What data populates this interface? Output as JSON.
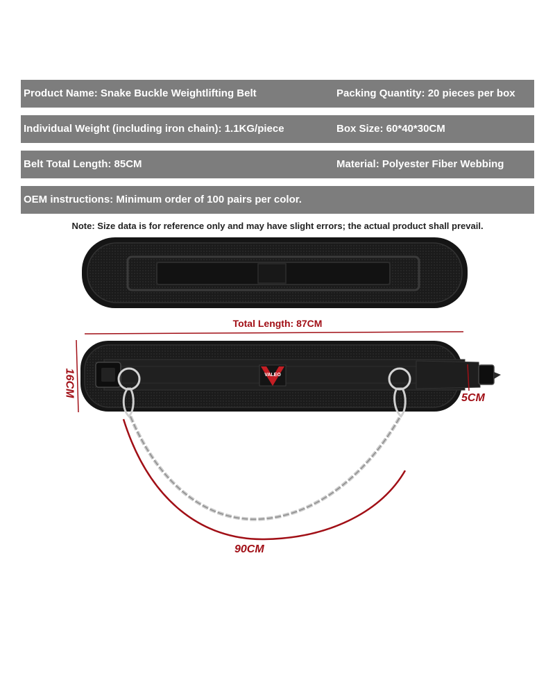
{
  "specs": {
    "product_name": "Product Name: Snake Buckle Weightlifting Belt",
    "packing_quantity": "Packing Quantity: 20 pieces per box",
    "individual_weight": "Individual Weight (including iron chain): 1.1KG/piece",
    "box_size": "Box Size: 60*40*30CM",
    "belt_total_length": "Belt Total Length: 85CM",
    "material": "Material: Polyester Fiber Webbing",
    "oem_instructions": "OEM instructions: Minimum order of 100 pairs per color."
  },
  "note": "Note: Size data is for reference only and may have slight errors; the actual product shall prevail.",
  "dimensions": {
    "total_length": "Total Length: 87CM",
    "height": "16CM",
    "strap_width": "5CM",
    "chain_length": "90CM"
  },
  "logo": {
    "text": "VALEO"
  },
  "colors": {
    "row_background": "#7d7d7d",
    "dimension_accent": "#a10f16",
    "belt": "#1b1b1b",
    "chain": "#c9c9c9"
  }
}
